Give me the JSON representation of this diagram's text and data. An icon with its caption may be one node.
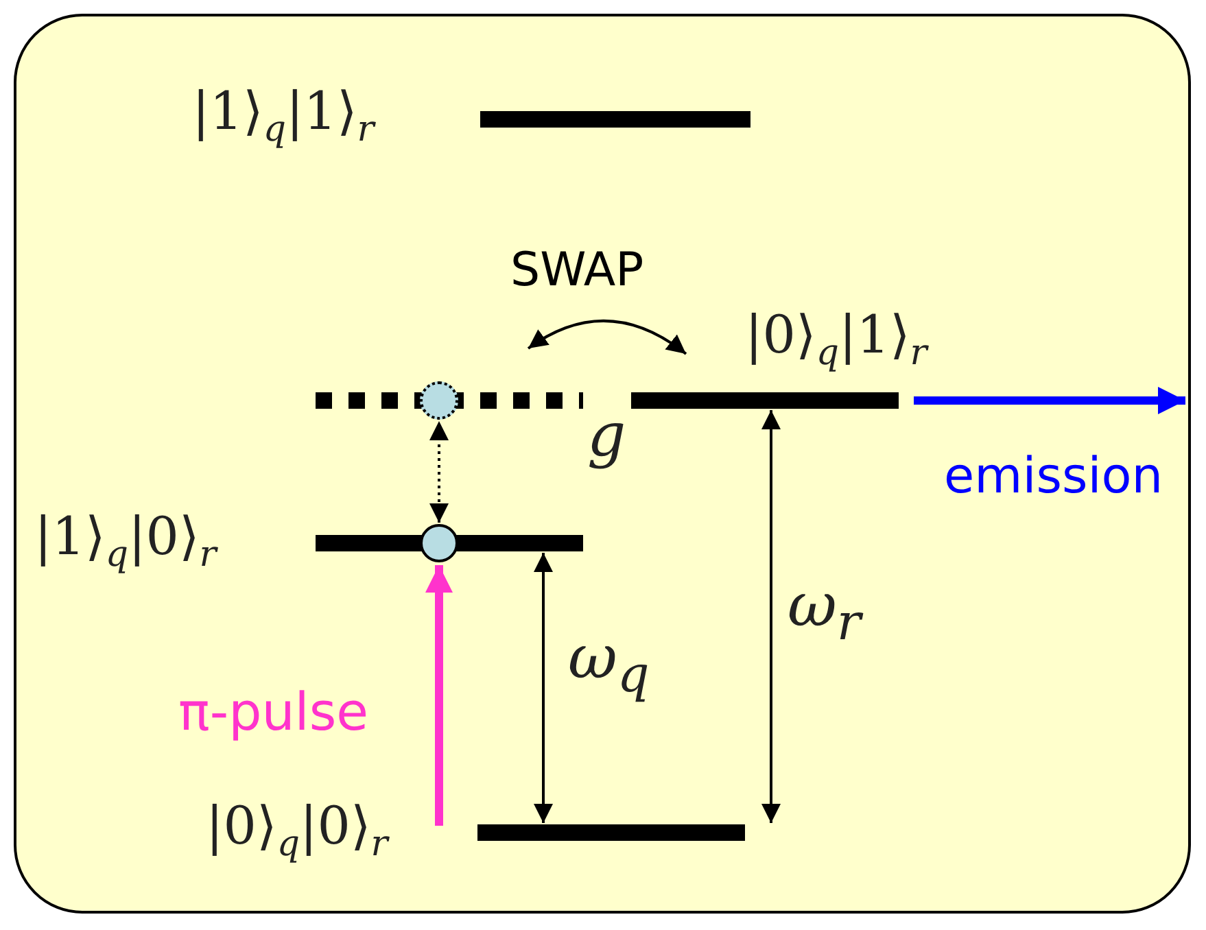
{
  "diagram": {
    "nodes": [
      {
        "text": [],
        "shape": "bar",
        "beside": [
          "|1⟩$_{q}$|1⟩$_{r}$"
        ]
      },
      {
        "text": [],
        "shape": "bar"
      },
      {
        "text": [],
        "shape": "bar",
        "beside": [
          "|0⟩$_{q}$|1⟩$_{r}$"
        ]
      },
      {
        "text": [],
        "shape": "bar",
        "beside": [
          "|1⟩$_{q}$|0⟩$_{r}$"
        ]
      },
      {
        "text": [],
        "shape": "bar",
        "beside": [
          "|0⟩$_{q}$|0⟩$_{r}$"
        ]
      },
      {
        "text": [],
        "shape": "circle"
      },
      {
        "text": [],
        "shape": "circle"
      }
    ],
    "edges": [
      {
        "from": 1,
        "to": 2,
        "arrow": "both",
        "label": "SWAP"
      },
      {
        "from": 6,
        "to": 5,
        "arrow": "both",
        "style": "dashed"
      },
      {
        "from": null,
        "to": 6,
        "arrow": "to",
        "label": "π-pulse",
        "style": "thick",
        "color": "#ff33cc"
      },
      {
        "from": 3,
        "to": 4,
        "arrow": "both",
        "label": "ω$_{q}$"
      },
      {
        "from": 2,
        "to": 4,
        "arrow": "both",
        "label": "ω$_{r}$"
      },
      {
        "from": 2,
        "to": null,
        "arrow": "to",
        "label": "emission",
        "style": "thick",
        "color": "#0000ff"
      }
    ],
    "labels": [
      "g"
    ]
  }
}
